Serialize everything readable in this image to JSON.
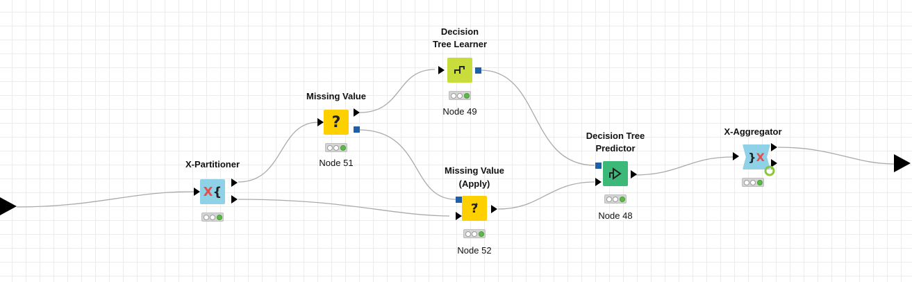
{
  "workflow": {
    "nodes": {
      "x_partitioner": {
        "title": "X-Partitioner",
        "label": "",
        "icon": "x-partitioner-icon",
        "color": "#8fd1e6"
      },
      "missing_value": {
        "title": "Missing Value",
        "label": "Node 51",
        "icon": "missing-value-icon",
        "color": "#ffd000"
      },
      "dt_learner": {
        "title_line1": "Decision",
        "title_line2": "Tree Learner",
        "label": "Node 49",
        "icon": "decision-tree-learner-icon",
        "color": "#c8dd3b"
      },
      "mv_apply": {
        "title_line1": "Missing Value",
        "title_line2": "(Apply)",
        "label": "Node 52",
        "icon": "missing-value-apply-icon",
        "color": "#ffd000"
      },
      "dt_predictor": {
        "title_line1": "Decision Tree",
        "title_line2": "Predictor",
        "label": "Node 48",
        "icon": "decision-tree-predictor-icon",
        "color": "#3cb878"
      },
      "x_aggregator": {
        "title": "X-Aggregator",
        "label": "",
        "icon": "x-aggregator-icon",
        "color": "#8fd1e6"
      }
    },
    "status_lights": [
      "inactive",
      "inactive",
      "green"
    ]
  }
}
